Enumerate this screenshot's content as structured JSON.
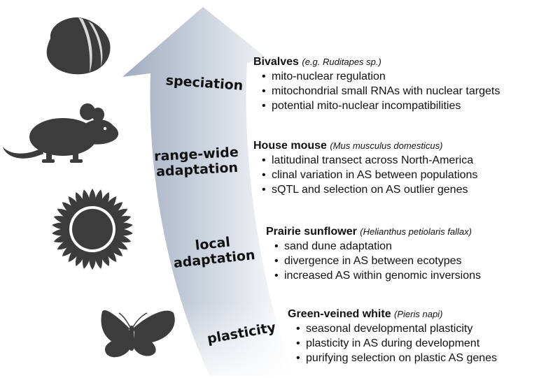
{
  "stages": {
    "speciation": "speciation",
    "range_line1": "range-wide",
    "range_line2": "adaptation",
    "local_line1": "local",
    "local_line2": "adaptation",
    "plasticity": "plasticity"
  },
  "blocks": [
    {
      "organism": "Bivalves",
      "scientific": "(e.g. Ruditapes sp.)",
      "points": [
        "mito-nuclear regulation",
        "mitochondrial small RNAs with nuclear targets",
        "potential mito-nuclear incompatibilities"
      ]
    },
    {
      "organism": "House mouse",
      "scientific": "(Mus musculus domesticus)",
      "points": [
        "latitudinal transect across North-America",
        "clinal variation in AS between populations",
        "sQTL and selection on AS outlier genes"
      ]
    },
    {
      "organism": "Prairie sunflower",
      "scientific": "(Helianthus petiolaris fallax)",
      "points": [
        "sand dune adaptation",
        "divergence in AS between ecotypes",
        "increased AS within genomic inversions"
      ]
    },
    {
      "organism": "Green-veined white",
      "scientific": "(Pieris napi)",
      "points": [
        "seasonal developmental plasticity",
        "plasticity in AS during development",
        "purifying selection on plastic AS genes"
      ]
    }
  ],
  "colors": {
    "arrow_dark": "#9fabbf",
    "arrow_light": "#ffffff",
    "silhouette": "#3c3c3c"
  },
  "icons": [
    "clam-shell-icon",
    "mouse-icon",
    "sunflower-icon",
    "butterfly-icon"
  ]
}
